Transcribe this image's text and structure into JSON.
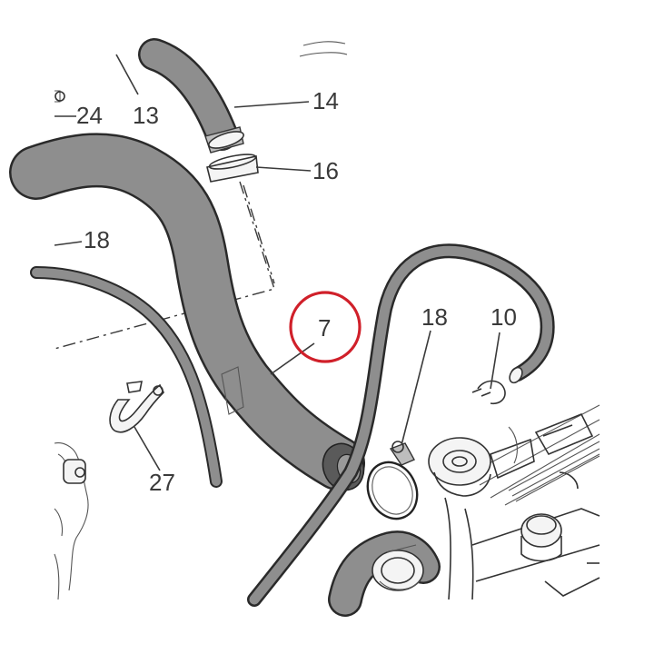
{
  "diagram": {
    "callouts": [
      {
        "id": "c24",
        "label": "24"
      },
      {
        "id": "c13",
        "label": "13"
      },
      {
        "id": "c14",
        "label": "14"
      },
      {
        "id": "c16",
        "label": "16"
      },
      {
        "id": "c18a",
        "label": "18"
      },
      {
        "id": "c7",
        "label": "7"
      },
      {
        "id": "c18b",
        "label": "18"
      },
      {
        "id": "c10",
        "label": "10"
      },
      {
        "id": "c27",
        "label": "27"
      }
    ],
    "highlight_color": "#d0202a",
    "hose_color": "#8e8e8e",
    "line_color": "#3a3a3a"
  }
}
